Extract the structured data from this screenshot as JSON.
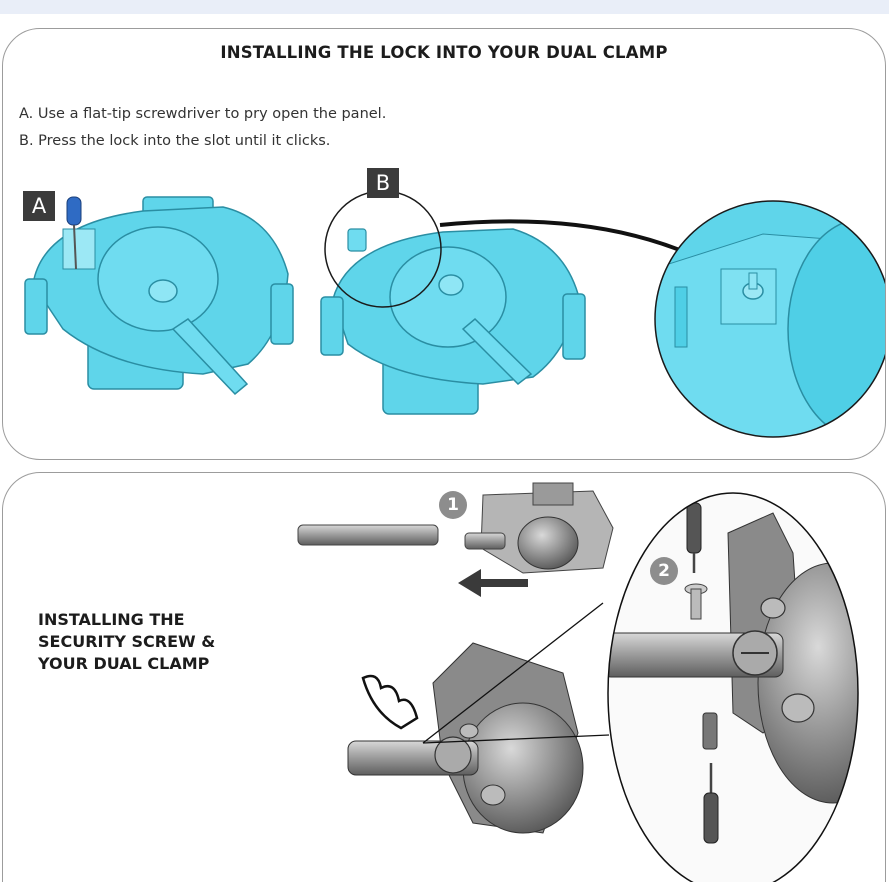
{
  "top_panel": {
    "title": "INSTALLING THE LOCK INTO YOUR DUAL CLAMP",
    "instructions": {
      "a": "A. Use a flat-tip screwdriver to pry open the panel.",
      "b": "B. Press the lock into the slot until it clicks."
    },
    "labels": {
      "a": "A",
      "b": "B"
    },
    "colors": {
      "clamp": "#5fd5ea",
      "clamp_outline": "#2a8ea3",
      "label_box": "#3b3b3b",
      "screwdriver": "#2f6bc4"
    }
  },
  "bottom_panel": {
    "caption": {
      "line1": "INSTALLING THE",
      "line2": "SECURITY SCREW &",
      "line3": "YOUR DUAL CLAMP"
    },
    "steps": {
      "one": "1",
      "two": "2"
    },
    "colors": {
      "metal": "#9a9a9a",
      "step_badge": "#8d8d8d"
    }
  }
}
